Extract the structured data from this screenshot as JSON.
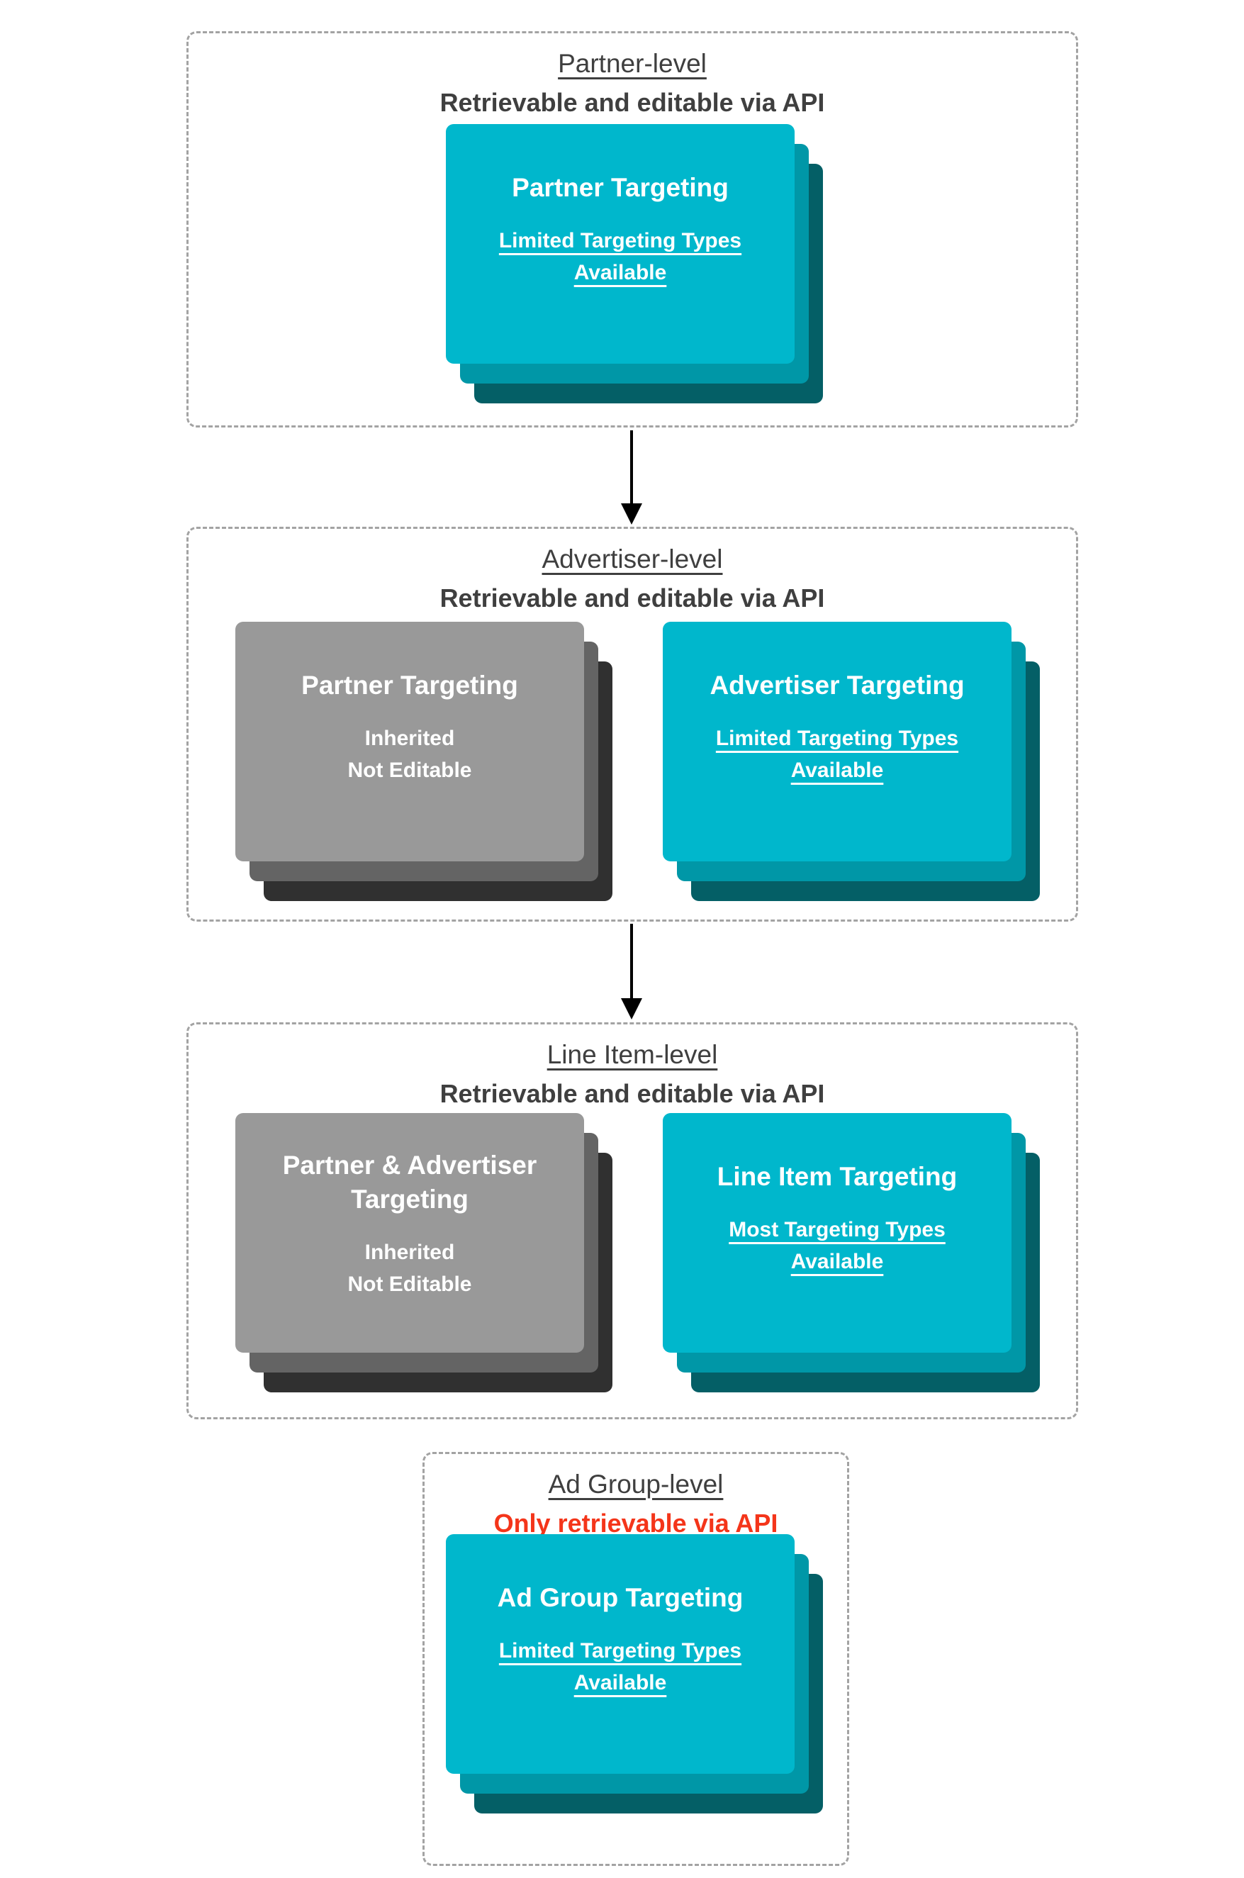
{
  "colors": {
    "cyan_card": "#00b7cc",
    "cyan_shadow_mid": "#0097a7",
    "cyan_shadow_back": "#045f66",
    "gray_card": "#999999",
    "gray_shadow_mid": "#646464",
    "gray_shadow_back": "#303030",
    "section_border": "#a3a3a3",
    "heading_text": "#3f3f3f",
    "alert_text": "#f4351a",
    "card_text": "#ffffff",
    "arrow": "#000000"
  },
  "sections": [
    {
      "title": "Partner-level",
      "subtitle": "Retrievable and editable via API",
      "cards": {
        "center": {
          "title": "Partner Targeting",
          "subtitle": "Limited Targeting Types Available"
        }
      }
    },
    {
      "title": "Advertiser-level",
      "subtitle": "Retrievable and editable via API",
      "cards": {
        "left": {
          "title": "Partner Targeting",
          "line1": "Inherited",
          "line2": "Not Editable"
        },
        "right": {
          "title": "Advertiser Targeting",
          "subtitle": "Limited Targeting Types Available"
        }
      }
    },
    {
      "title": "Line Item-level",
      "subtitle": "Retrievable and editable via API",
      "cards": {
        "left": {
          "title": "Partner & Advertiser Targeting",
          "line1": "Inherited",
          "line2": "Not Editable"
        },
        "right": {
          "title": "Line Item Targeting",
          "subtitle": "Most Targeting Types Available"
        }
      }
    },
    {
      "title": "Ad Group-level",
      "subtitle": "Only retrievable via API",
      "cards": {
        "center": {
          "title": "Ad Group Targeting",
          "subtitle": "Limited Targeting Types Available"
        }
      }
    }
  ]
}
